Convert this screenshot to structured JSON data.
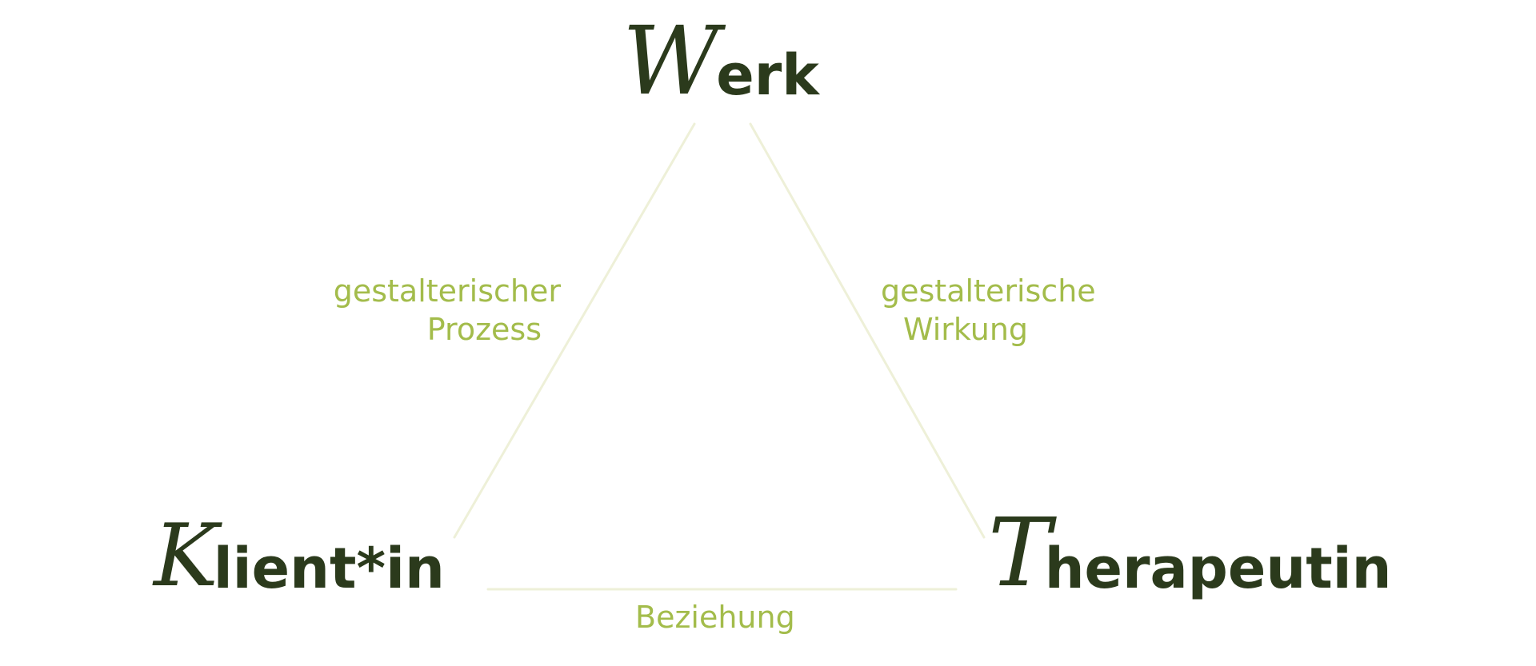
{
  "colors": {
    "background": "#ffffff",
    "node_text": "#2b3a1c",
    "relation_text": "#a3bc4b",
    "line": "#eef0d8"
  },
  "nodes": {
    "top": {
      "initial": "W",
      "rest": "erk"
    },
    "left": {
      "initial": "K",
      "rest": "lient*in"
    },
    "right": {
      "initial": "T",
      "rest": "herapeutin"
    }
  },
  "relations": {
    "left_edge": {
      "line1": "gestalterischer",
      "line2": "Prozess"
    },
    "right_edge": {
      "line1": "gestalterische",
      "line2": "Wirkung"
    },
    "bottom_edge": {
      "line1": "Beziehung"
    }
  }
}
